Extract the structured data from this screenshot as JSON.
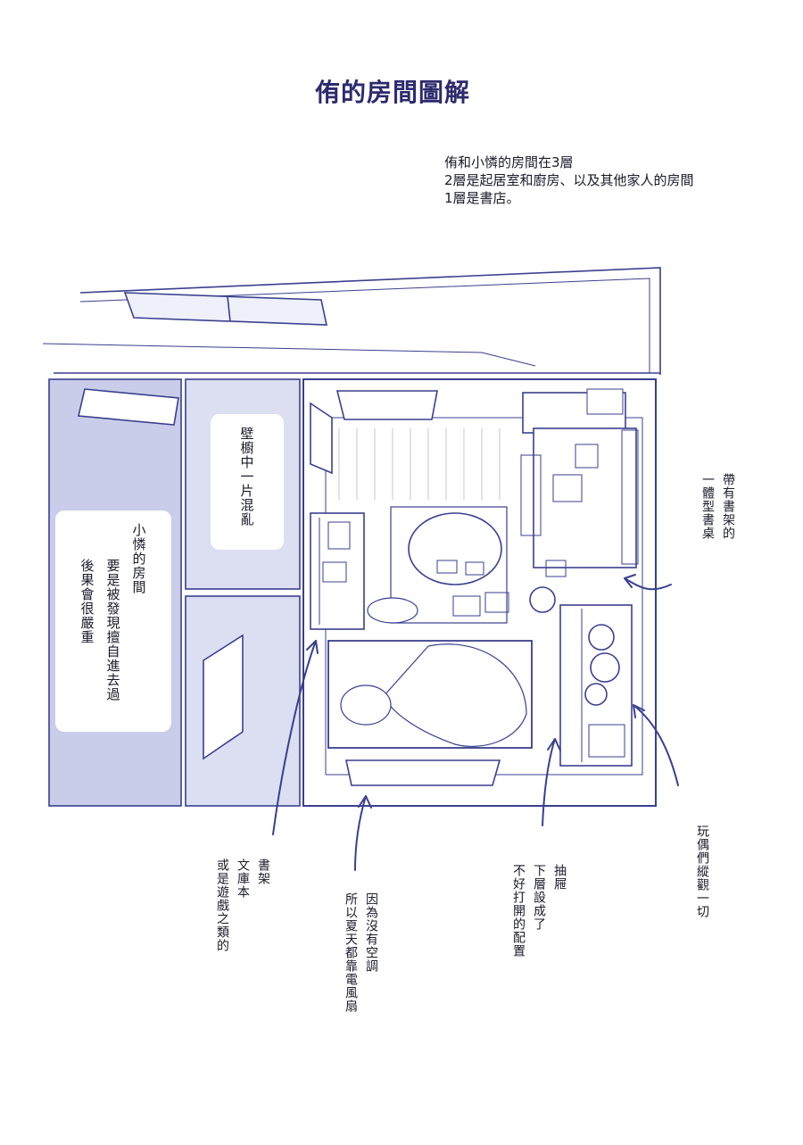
{
  "title": "侑的房間圖解",
  "intro": {
    "line1": "侑和小憐的房間在3層",
    "line2": "2層是起居室和廚房、以及其他家人的房間",
    "line3": "1層是書店。"
  },
  "bubbles": {
    "closet": [
      "壁櫥中一片混亂"
    ],
    "kouren_room": [
      "小憐的房間",
      "要是被發現擅自進去過",
      "後果會很嚴重"
    ]
  },
  "notes": {
    "desk": [
      "帶有書架的",
      "一體型書桌"
    ],
    "dolls": [
      "玩偶們縱觀一切"
    ],
    "bookshelf": [
      "書架",
      "文庫本",
      "或是遊戲之類的"
    ],
    "fan": [
      "因為沒有空調",
      "所以夏天都靠電風扇"
    ],
    "drawer": [
      "抽屜",
      "下層設成了",
      "不好打開的配置"
    ]
  },
  "colors": {
    "line": "#3a3f8f",
    "shade": "#c9cdea",
    "title": "#2d2a6e"
  }
}
